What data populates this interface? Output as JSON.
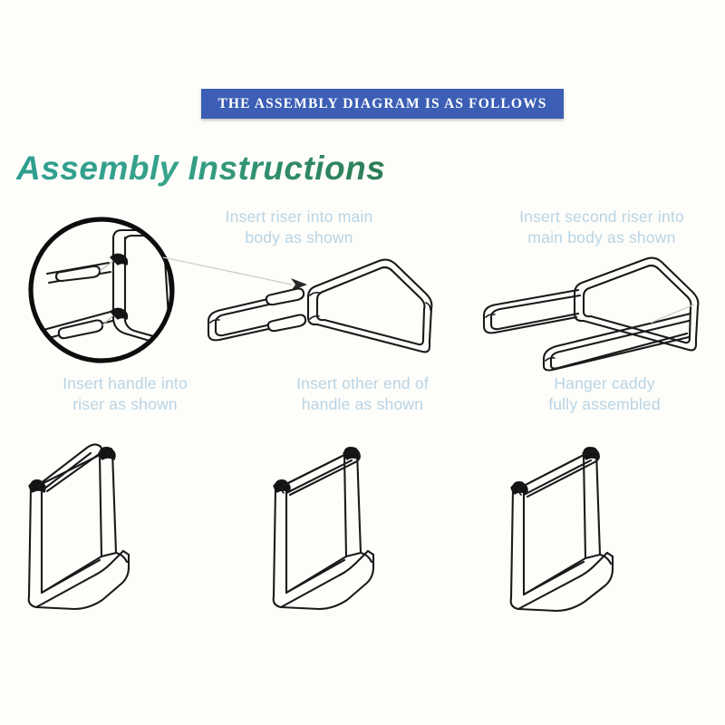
{
  "banner": {
    "text": "THE ASSEMBLY DIAGRAM IS AS FOLLOWS",
    "background_color": "#3c5fb5",
    "text_color": "#ffffff"
  },
  "heading": {
    "text": "Assembly Instructions",
    "gradient_start_color": "#2e9e8f",
    "gradient_end_color": "#2d7d55"
  },
  "page": {
    "background_color": "#fdfdfa",
    "caption_color": "#b9d4e4",
    "line_color": "#1a1a1a"
  },
  "steps": {
    "top_row": [
      {
        "id": "insert-riser",
        "caption": "Insert riser into main\nbody as shown",
        "illustration": "riser-and-main-body-with-arrow"
      },
      {
        "id": "insert-second-riser",
        "caption": "Insert second riser into\nmain body as shown",
        "illustration": "two-risers-on-main-body"
      }
    ],
    "detail_callout": {
      "id": "magnified-joint-detail",
      "illustration": "magnifier-circle-showing-riser-to-body-joints"
    },
    "middle_row": [
      {
        "id": "insert-handle",
        "caption": "Insert handle into\nriser as shown",
        "illustration": "caddy-with-handle-angled-into-near-riser"
      },
      {
        "id": "insert-other-end",
        "caption": "Insert other end of\nhandle as shown",
        "illustration": "caddy-with-handle-seated-both-risers"
      },
      {
        "id": "fully-assembled",
        "caption": "Hanger caddy\nfully assembled",
        "illustration": "hanger-caddy-fully-assembled"
      }
    ]
  }
}
